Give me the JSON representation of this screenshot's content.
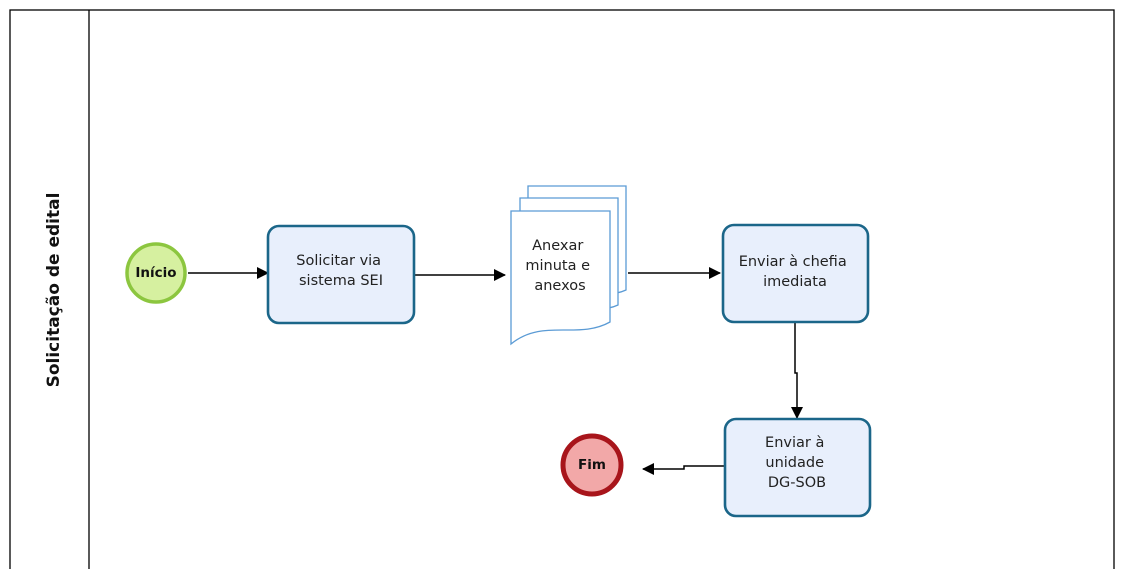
{
  "lane": {
    "title": "Solicitação de edital"
  },
  "start_event": {
    "label": "Início",
    "fill": "#d6f0a0",
    "stroke": "#8cc63f"
  },
  "end_event": {
    "label": "Fim",
    "fill": "#f2a8a8",
    "stroke": "#a8151b"
  },
  "tasks": {
    "solicitar": {
      "lines": [
        "Solicitar via",
        "sistema SEI"
      ]
    },
    "enviar_chefia": {
      "lines": [
        "Enviar à chefia",
        "imediata"
      ]
    },
    "enviar_unidade": {
      "lines": [
        "Enviar à",
        "unidade",
        "DG-SOB"
      ]
    }
  },
  "document": {
    "lines": [
      "Anexar",
      "minuta e",
      "anexos"
    ]
  },
  "colors": {
    "task_fill": "#e8effc",
    "task_stroke": "#1b6689",
    "doc_stroke": "#5b9bd5",
    "arrow": "#000000"
  }
}
